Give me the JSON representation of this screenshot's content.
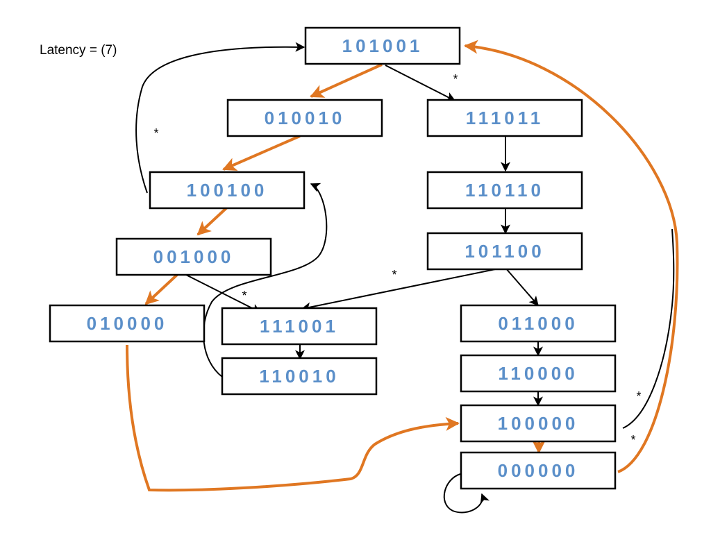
{
  "latency_label": "Latency = (7)",
  "colors": {
    "node_text": "#5B8FC9",
    "orange": "#E07722",
    "black": "#000000"
  },
  "nodes": {
    "n101001": "101001",
    "n010010": "010010",
    "n111011": "111011",
    "n100100": "100100",
    "n110110": "110110",
    "n001000": "001000",
    "n101100": "101100",
    "n010000": "010000",
    "n111001": "111001",
    "n011000": "011000",
    "n110010": "110010",
    "n110000": "110000",
    "n100000": "100000",
    "n000000": "000000"
  },
  "edge_marks": [
    "*",
    "*",
    "*",
    "*",
    "*",
    "*"
  ]
}
